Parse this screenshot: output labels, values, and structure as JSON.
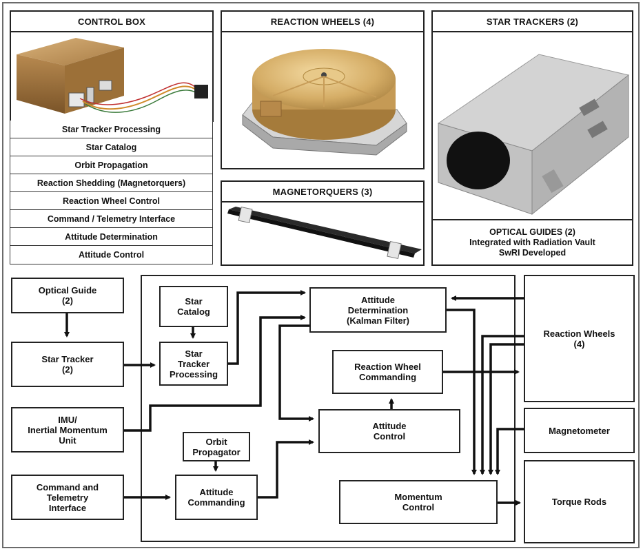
{
  "control_box": {
    "title": "CONTROL BOX",
    "functions": [
      "Star Tracker Processing",
      "Star Catalog",
      "Orbit Propagation",
      "Reaction Shedding (Magnetorquers)",
      "Reaction Wheel Control",
      "Command / Telemetry Interface",
      "Attitude Determination",
      "Attitude Control"
    ]
  },
  "reaction_wheels_panel": {
    "title": "REACTION WHEELS (4)"
  },
  "magnetorquers_panel": {
    "title": "MAGNETORQUERS (3)"
  },
  "star_trackers_panel": {
    "title": "STAR TRACKERS (2)",
    "caption_lines": [
      "OPTICAL GUIDES (2)",
      "Integrated with Radiation Vault",
      "SwRI Developed"
    ]
  },
  "diagram": {
    "optical_guide": "Optical Guide\n(2)",
    "star_tracker": "Star Tracker\n(2)",
    "imu": "IMU/\nInertial Momentum\nUnit",
    "cmd_telemetry": "Command and\nTelemetry\nInterface",
    "star_catalog": "Star\nCatalog",
    "star_tracker_processing": "Star\nTracker\nProcessing",
    "orbit_propagator": "Orbit\nPropagator",
    "attitude_commanding": "Attitude\nCommanding",
    "attitude_determination": "Attitude\nDetermination\n(Kalman Filter)",
    "reaction_wheel_commanding": "Reaction Wheel\nCommanding",
    "attitude_control": "Attitude\nControl",
    "momentum_control": "Momentum\nControl",
    "reaction_wheels": "Reaction Wheels\n(4)",
    "magnetometer": "Magnetometer",
    "torque_rods": "Torque Rods"
  }
}
